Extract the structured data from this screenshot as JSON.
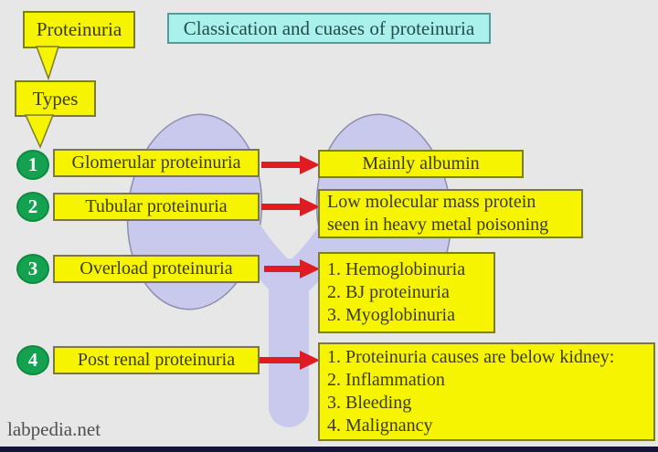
{
  "header": {
    "title": "Classication and cuases of proteinuria"
  },
  "callouts": {
    "root": "Proteinuria",
    "child": "Types"
  },
  "rows": [
    {
      "num": "1",
      "type": "Glomerular proteinuria",
      "causes": [
        "Mainly albumin"
      ]
    },
    {
      "num": "2",
      "type": "Tubular proteinuria",
      "causes": [
        "Low molecular mass protein",
        "seen in heavy metal poisoning"
      ]
    },
    {
      "num": "3",
      "type": "Overload proteinuria",
      "causes": [
        "1. Hemoglobinuria",
        "2. BJ proteinuria",
        "3. Myoglobinuria"
      ]
    },
    {
      "num": "4",
      "type": "Post renal proteinuria",
      "causes": [
        "1. Proteinuria causes are below kidney:",
        "2. Inflammation",
        "3. Bleeding",
        "4. Malignancy"
      ]
    }
  ],
  "footer": {
    "watermark": "labpedia.net"
  },
  "colors": {
    "background": "#e7e7e7",
    "box_yellow": "#f7f400",
    "box_border": "#7b7b33",
    "title_fill": "#a9f1ea",
    "title_border": "#529c9c",
    "circle_green": "#14a251",
    "arrow_red": "#e11b22",
    "kidney_fill": "#c9c9ee",
    "kidney_outline": "#8d8daf"
  },
  "icons": {
    "kidney_graphic": "kidney-and-ureter-outline",
    "arrow": "right-arrow"
  }
}
